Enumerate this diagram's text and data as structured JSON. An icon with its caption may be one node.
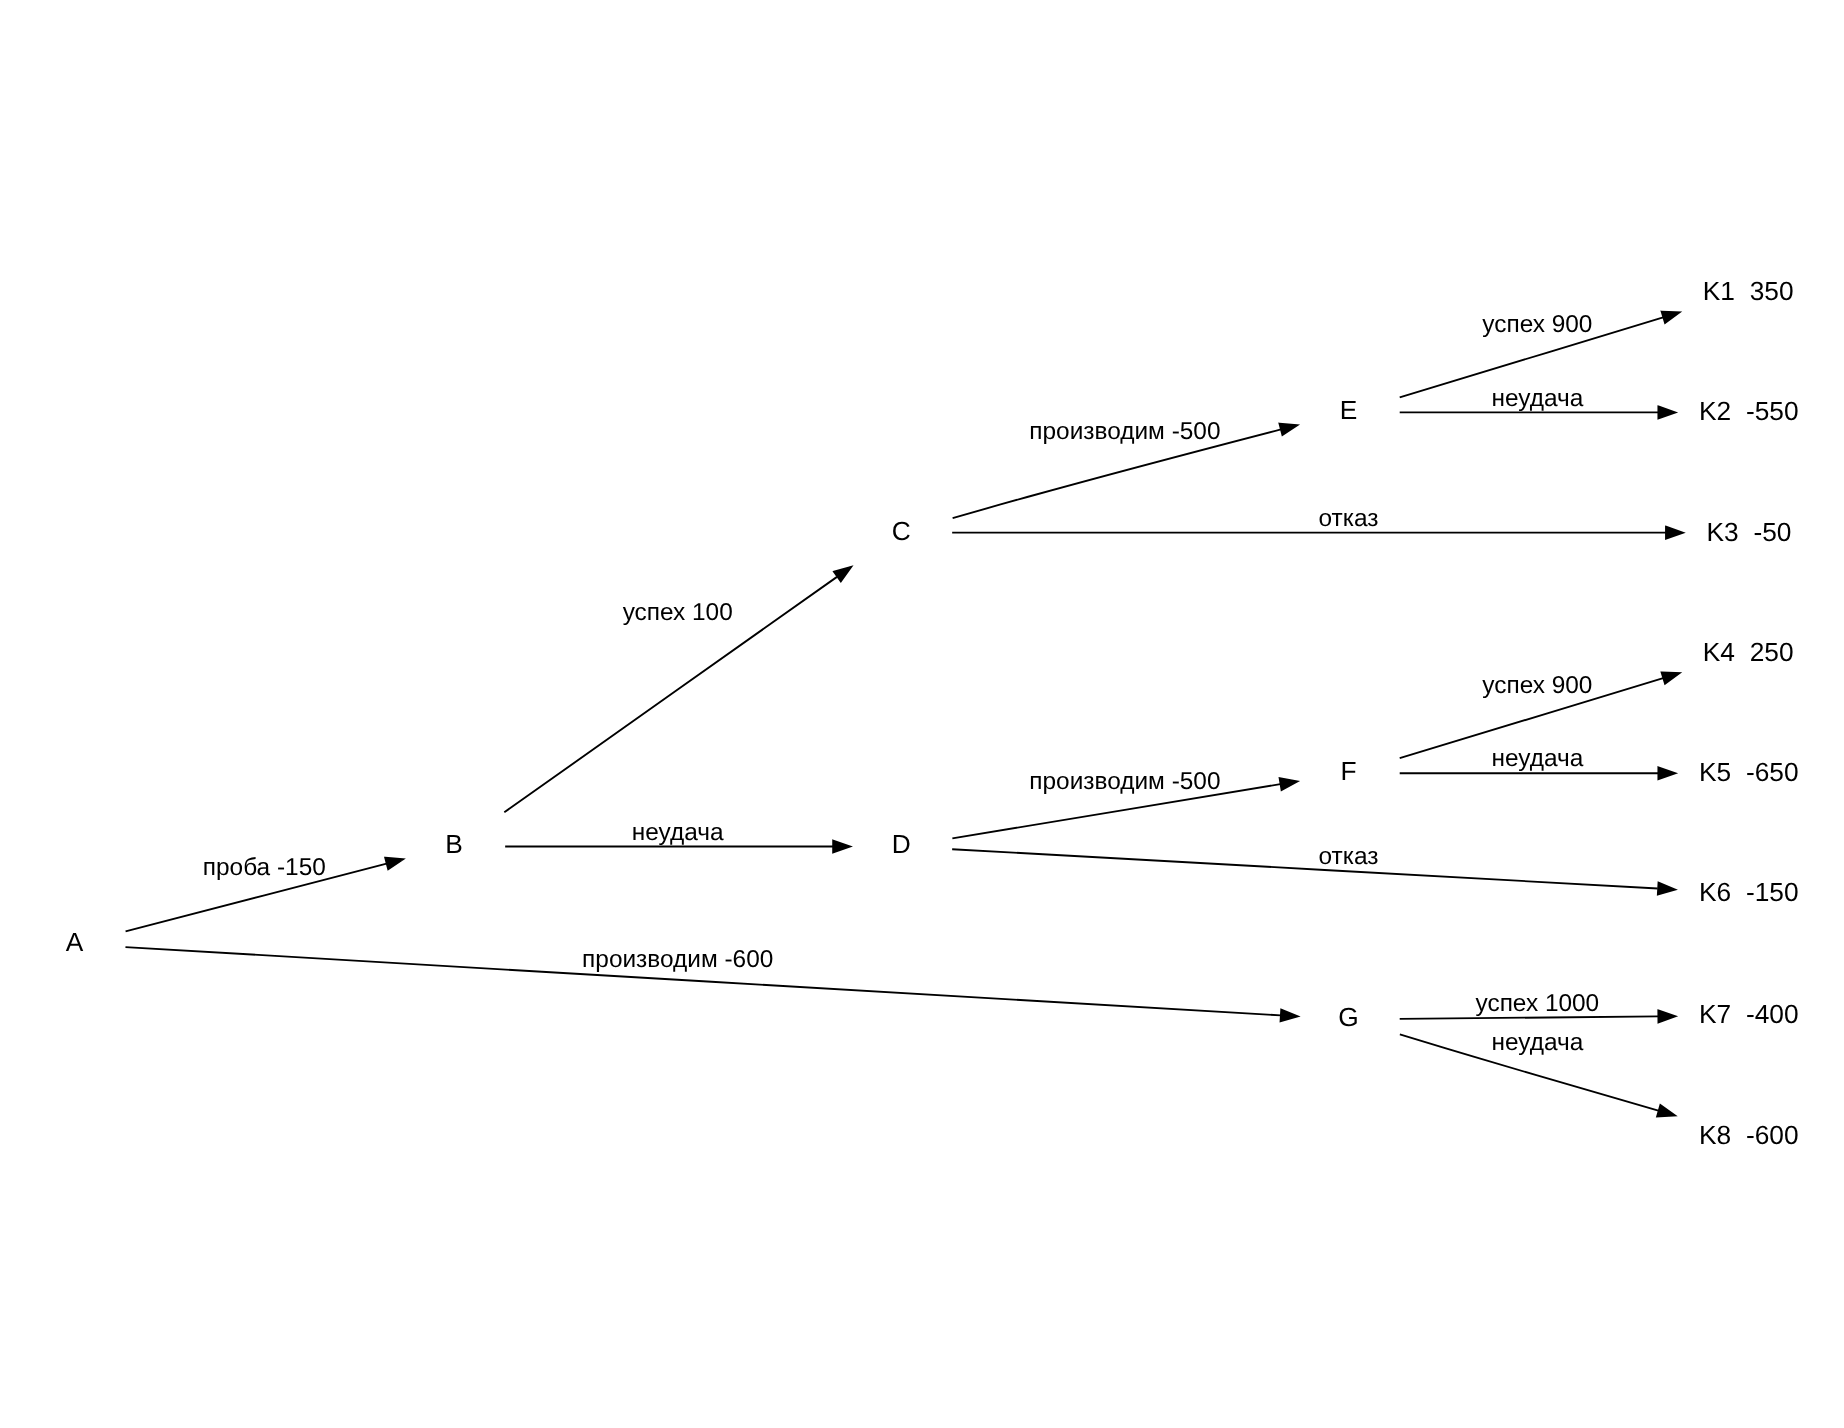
{
  "diagram": {
    "nodes": [
      {
        "text": [
          "A"
        ]
      },
      {
        "text": [
          "B"
        ]
      },
      {
        "text": [
          "C"
        ]
      },
      {
        "text": [
          "D"
        ]
      },
      {
        "text": [
          "E"
        ]
      },
      {
        "text": [
          "F"
        ]
      },
      {
        "text": [
          "G"
        ]
      },
      {
        "text": [
          "K1"
        ],
        "beside": [
          "350"
        ]
      },
      {
        "text": [
          "K2"
        ],
        "beside": [
          "-550"
        ]
      },
      {
        "text": [
          "K3"
        ],
        "beside": [
          "-50"
        ]
      },
      {
        "text": [
          "K4"
        ],
        "beside": [
          "250"
        ]
      },
      {
        "text": [
          "K5"
        ],
        "beside": [
          "-650"
        ]
      },
      {
        "text": [
          "K6"
        ],
        "beside": [
          "-150"
        ]
      },
      {
        "text": [
          "K7"
        ],
        "beside": [
          "-400"
        ]
      },
      {
        "text": [
          "K8"
        ],
        "beside": [
          "-600"
        ]
      }
    ],
    "edges": [
      {
        "from": 0,
        "to": 1,
        "arrow": "to",
        "label": "проба -150"
      },
      {
        "from": 1,
        "to": 2,
        "arrow": "to",
        "label": "успех 100"
      },
      {
        "from": 1,
        "to": 3,
        "arrow": "to",
        "label": "неудача"
      },
      {
        "from": 2,
        "to": 4,
        "arrow": "to",
        "label": "производим -500"
      },
      {
        "from": 4,
        "to": 7,
        "arrow": "to",
        "label": "успех 900"
      },
      {
        "from": 4,
        "to": 8,
        "arrow": "to",
        "label": "неудача"
      },
      {
        "from": 2,
        "to": 9,
        "arrow": "to",
        "label": "отказ"
      },
      {
        "from": 3,
        "to": 5,
        "arrow": "to",
        "label": "производим -500"
      },
      {
        "from": 5,
        "to": 10,
        "arrow": "to",
        "label": "успех 900"
      },
      {
        "from": 5,
        "to": 11,
        "arrow": "to",
        "label": "неудача"
      },
      {
        "from": 3,
        "to": 12,
        "arrow": "to",
        "label": "отказ"
      },
      {
        "from": 0,
        "to": 6,
        "arrow": "to",
        "label": "производим -600"
      },
      {
        "from": 6,
        "to": 13,
        "arrow": "to",
        "label": "успех 1000"
      },
      {
        "from": 6,
        "to": 14,
        "arrow": "to",
        "label": "неудача"
      }
    ]
  }
}
